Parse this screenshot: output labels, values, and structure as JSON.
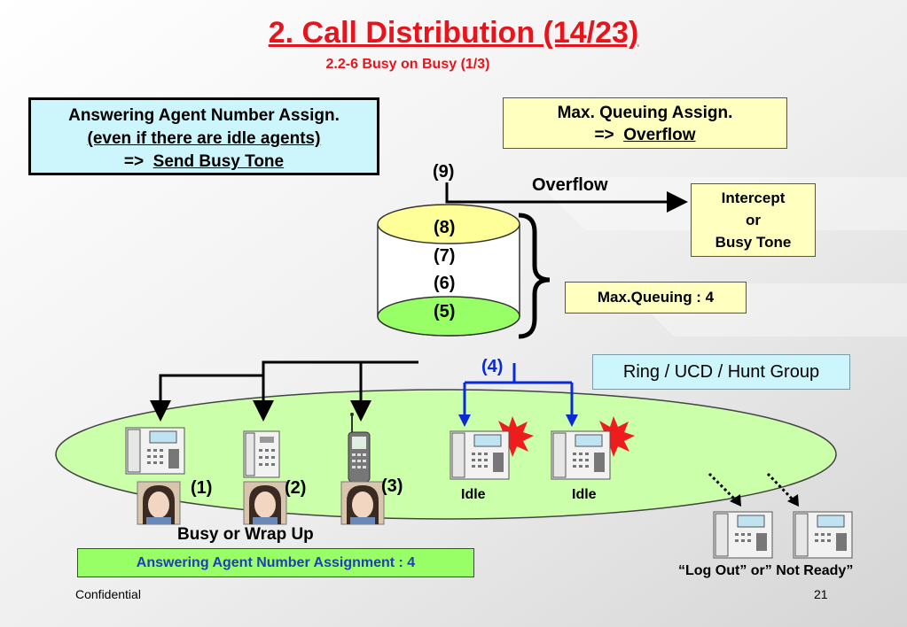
{
  "title": "2. Call Distribution (14/23)",
  "subtitle": "2.2-6 Busy on Busy (1/3)",
  "agent_box": {
    "line1": "Answering Agent Number Assign.",
    "line2": "(even if there are idle agents)",
    "line3_prefix": "=>",
    "line3_emph": "Send Busy Tone"
  },
  "queue_box": {
    "line1": "Max. Queuing Assign.",
    "line2_prefix": "=>",
    "line2_emph": "Overflow"
  },
  "overflow_label": "Overflow",
  "intercept_box": {
    "line1": "Intercept",
    "line2": "or",
    "line3": "Busy Tone"
  },
  "queue_labels": {
    "q9": "(9)",
    "q8": "(8)",
    "q7": "(7)",
    "q6": "(6)",
    "q5": "(5)"
  },
  "max_queuing": "Max.Queuing : 4",
  "ring_box": "Ring / UCD / Hunt Group",
  "call_label_4": "(4)",
  "agent_labels": {
    "a1": "(1)",
    "a2": "(2)",
    "a3": "(3)"
  },
  "idle_labels": {
    "i1": "Idle",
    "i2": "Idle"
  },
  "busy_label": "Busy or Wrap Up",
  "ana_box": "Answering Agent Number Assignment : 4",
  "logout_label": "“Log Out” or” Not Ready”",
  "footer": {
    "confidential": "Confidential",
    "page": "21"
  },
  "colors": {
    "title_red": "#e8141b",
    "arrow_blue": "#0a2ad6",
    "group_green": "#ccffaa",
    "queue_yellow": "#ffff99",
    "queue_green": "#99ff66"
  },
  "icons": [
    "desk-phone-icon",
    "cordless-phone-icon",
    "mobile-phone-icon",
    "agent-photo",
    "ringing-burst-icon"
  ]
}
